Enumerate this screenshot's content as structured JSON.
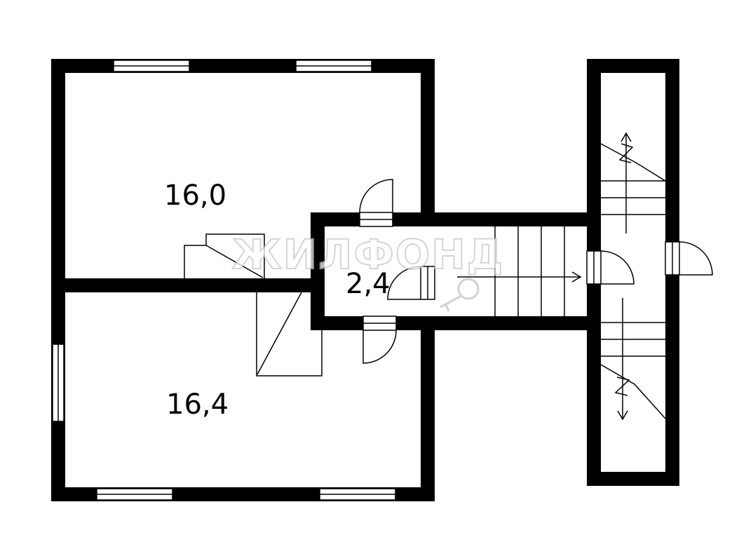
{
  "rooms": {
    "room_top": {
      "area": "16,0"
    },
    "room_bottom": {
      "area": "16,4"
    },
    "room_small": {
      "area": "2,4"
    }
  },
  "watermark": {
    "text": "ЖИЛФОНД"
  },
  "colors": {
    "wall": "#000000",
    "background": "#ffffff",
    "watermark_stroke": "#c8c8c8"
  }
}
